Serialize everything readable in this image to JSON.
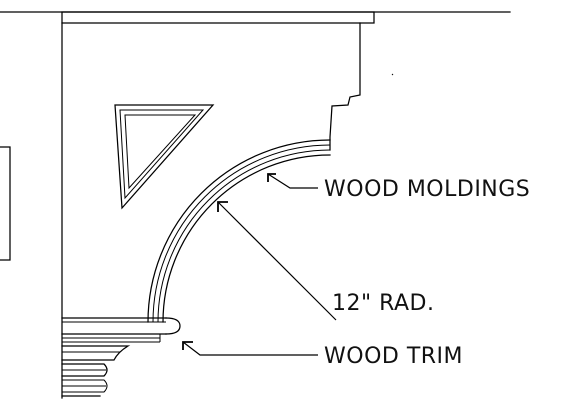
{
  "labels": {
    "wood_moldings": "WOOD MOLDINGS",
    "radius": "12\" RAD.",
    "wood_trim": "WOOD TRIM"
  }
}
